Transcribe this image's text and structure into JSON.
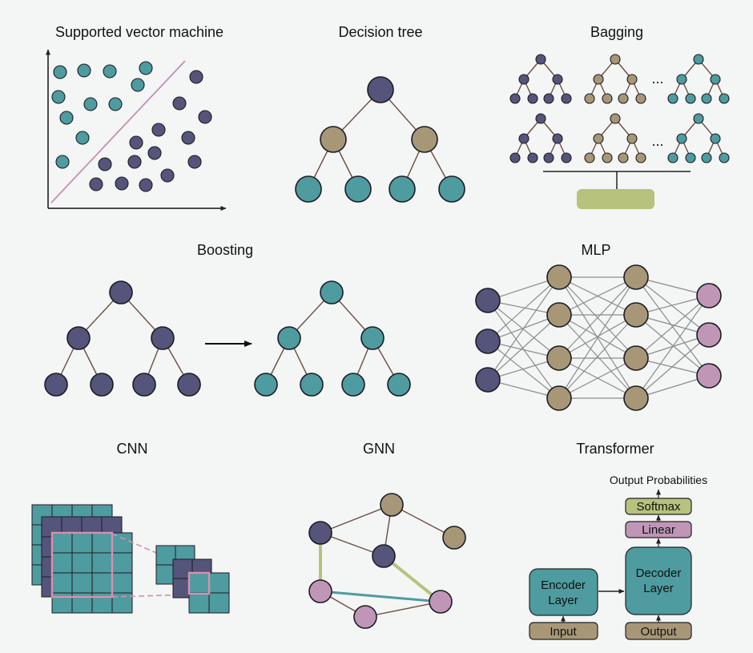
{
  "colors": {
    "teal": "#4e9ba0",
    "purple": "#55547a",
    "tan": "#a79777",
    "pink": "#c096b7",
    "olive": "#b7c27c",
    "edge": "#6b4e41",
    "outline": "#1c1c24",
    "svm_line": "#c58fb6",
    "mlp_edge": "#8c8c8c",
    "gnn_green": "#b7c27c",
    "gnn_teal": "#4e9ba0",
    "cnn_highlight": "#d98fb0"
  },
  "panels": {
    "svm": {
      "title": "Supported vector machine"
    },
    "decision_tree": {
      "title": "Decision tree"
    },
    "bagging": {
      "title": "Bagging",
      "ellipsis": "..."
    },
    "boosting": {
      "title": "Boosting"
    },
    "mlp": {
      "title": "MLP"
    },
    "cnn": {
      "title": "CNN"
    },
    "gnn": {
      "title": "GNN"
    },
    "transformer": {
      "title": "Transformer",
      "output_probabilities": "Output Probabilities",
      "softmax": "Softmax",
      "linear": "Linear",
      "encoder_line1": "Encoder",
      "encoder_line2": "Layer",
      "decoder_line1": "Decoder",
      "decoder_line2": "Layer",
      "input": "Input",
      "output": "Output"
    }
  }
}
